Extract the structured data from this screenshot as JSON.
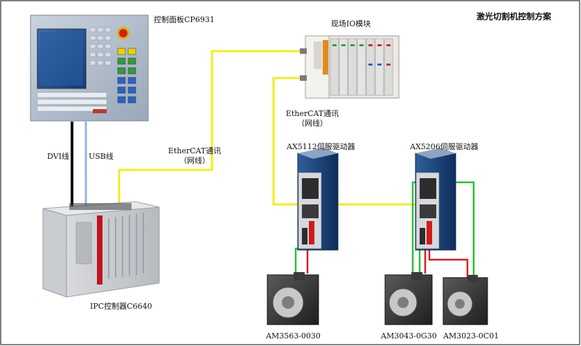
{
  "diagram": {
    "title": "激光切割机控制方案",
    "labels": {
      "panel": "控制面板CP6931",
      "io_module": "现场IO模块",
      "ethercat_left_1": "EtherCAT通讯",
      "ethercat_left_2": "（网线）",
      "ethercat_right_1": "EtherCAT通讯",
      "ethercat_right_2": "（网线）",
      "dvi": "DVI线",
      "usb": "USB线",
      "ipc": "IPC控制器C6640",
      "drive1": "AX5112伺服驱动器",
      "drive2": "AX5206伺服驱动器",
      "motor1": "AM3563-0030",
      "motor2": "AM3043-0G30",
      "motor3": "AM3023-0C01"
    },
    "colors": {
      "ethercat_cable": "#f2ee18",
      "dvi_cable": "#111111",
      "usb_cable": "#8fb4e0",
      "motor_power": "#d61d1d",
      "motor_feedback": "#22c32a",
      "border": "#555555"
    },
    "components": [
      {
        "icon": "control-panel-icon"
      },
      {
        "icon": "io-module-icon"
      },
      {
        "icon": "ipc-icon"
      },
      {
        "icon": "servo-drive-icon"
      },
      {
        "icon": "servo-motor-icon"
      }
    ]
  }
}
